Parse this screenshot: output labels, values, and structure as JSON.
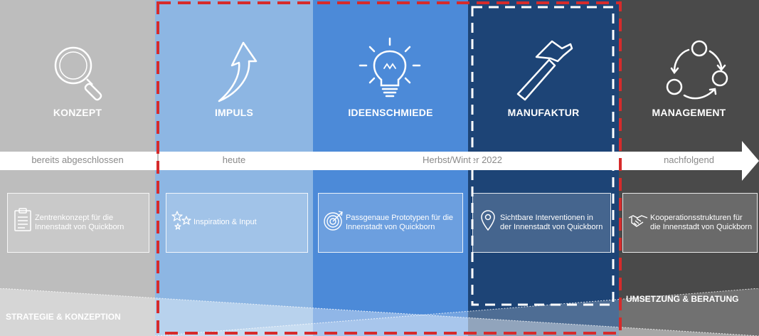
{
  "phases": [
    {
      "title": "KONZEPT",
      "icon": "magnifier-icon"
    },
    {
      "title": "IMPULS",
      "icon": "curved-arrow-icon"
    },
    {
      "title": "IDEENSCHMIEDE",
      "icon": "lightbulb-icon"
    },
    {
      "title": "MANUFAKTUR",
      "icon": "hammer-icon"
    },
    {
      "title": "MANAGEMENT",
      "icon": "cycle-icon"
    }
  ],
  "timeline": {
    "konzept": "bereits abgeschlossen",
    "impuls": "heute",
    "season": "Herbst/Winter 2022",
    "management": "nachfolgend"
  },
  "cards": [
    {
      "text": "Zentrenkonzept für die Innenstadt von Quickborn",
      "icon": "clipboard-icon"
    },
    {
      "text": "Inspiration & Input",
      "icon": "stars-icon"
    },
    {
      "text": "Passgenaue Prototypen für die Innenstadt von Quickborn",
      "icon": "target-icon"
    },
    {
      "text": "Sichtbare Interventionen in der Innenstadt von Quickborn",
      "icon": "location-pin-icon"
    },
    {
      "text": "Kooperationsstrukturen für die Innenstadt von Quickborn",
      "icon": "handshake-icon"
    }
  ],
  "bottom": {
    "left": "STRATEGIE & KONZEPTION",
    "right": "UMSETZUNG & BERATUNG"
  },
  "colors": {
    "konzept": "#bdbdbd",
    "impuls": "#8db6e3",
    "ideenschmiede": "#4c8ad8",
    "manufaktur": "#1d4476",
    "management": "#4a4a4a",
    "highlight_frame": "#d62b2b"
  }
}
